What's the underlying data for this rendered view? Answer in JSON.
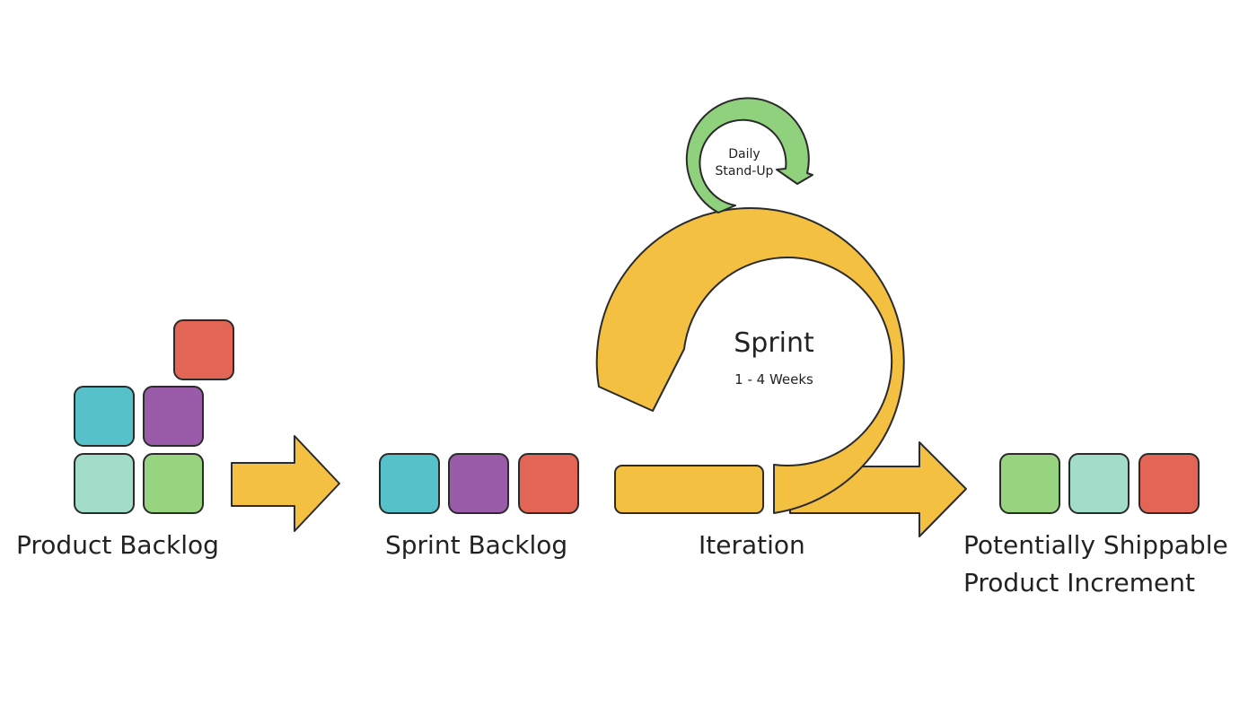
{
  "labels": {
    "product_backlog": "Product Backlog",
    "sprint_backlog": "Sprint Backlog",
    "iteration": "Iteration",
    "increment_line1": "Potentially Shippable",
    "increment_line2": "Product Increment",
    "sprint": "Sprint",
    "sprint_duration": "1 - 4 Weeks",
    "daily_line1": "Daily",
    "daily_line2": "Stand-Up"
  },
  "colors": {
    "teal": "#57c1ca",
    "purple": "#9a5ca8",
    "red": "#e26555",
    "mint": "#a4dcca",
    "green": "#98d47f",
    "arrow_yellow": "#f3c042",
    "standup_green": "#8fd17c",
    "outline": "#2b2b2b"
  },
  "product_backlog_items": [
    "red",
    "teal",
    "purple",
    "mint",
    "green"
  ],
  "sprint_backlog_items": [
    "teal",
    "purple",
    "red"
  ],
  "increment_items": [
    "green",
    "mint",
    "red"
  ]
}
